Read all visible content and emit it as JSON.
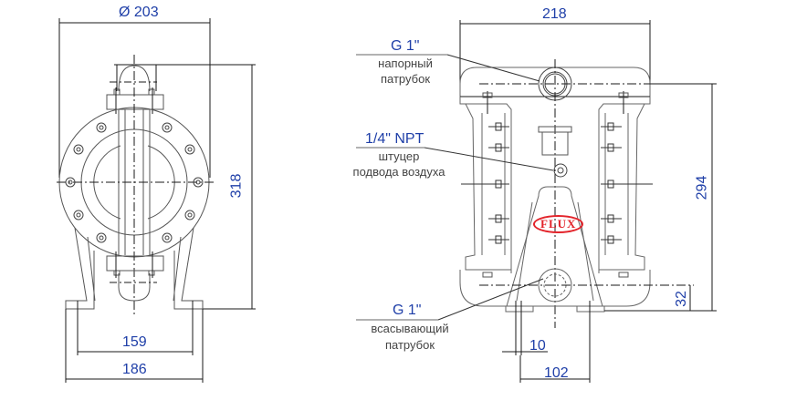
{
  "drawing": {
    "title": "Pump dimension drawing (front & side views)",
    "colors": {
      "dimension_text": "#1f3fa8",
      "note_text": "#444444",
      "line": "#1a1a1a",
      "body_line": "#8a8a8a",
      "logo": "#e3242b"
    }
  },
  "side_view": {
    "dimensions": {
      "diameter": "Ø 203",
      "height": "318",
      "inner_base_width": "159",
      "outer_base_width": "186"
    }
  },
  "front_view": {
    "dimensions": {
      "width": "218",
      "height": "294",
      "inlet_height": "32",
      "foot_slot": "10",
      "foot_spacing": "102"
    },
    "callouts": {
      "outlet": {
        "spec": "G 1\"",
        "line1": "напорный",
        "line2": "патрубок"
      },
      "air": {
        "spec": "1/4\" NPT",
        "line1": "штуцер",
        "line2": "подвода воздуха"
      },
      "inlet": {
        "spec": "G 1\"",
        "line1": "всасывающий",
        "line2": "патрубок"
      }
    },
    "logo": "FLUX"
  }
}
